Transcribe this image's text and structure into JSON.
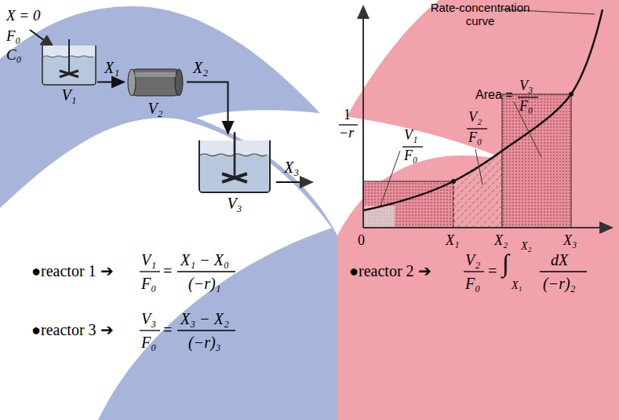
{
  "diagram": {
    "nodes": [
      {
        "text": [
          "V₁"
        ]
      },
      {
        "text": [
          "V₂"
        ]
      },
      {
        "text": [
          "V₃"
        ]
      }
    ],
    "edges": [
      {
        "from": 0,
        "to": 1,
        "label": "X₁",
        "arrow": "to"
      },
      {
        "from": 1,
        "to": 2,
        "label": "X₂",
        "arrow": "to"
      }
    ],
    "labels": [
      "X = 0",
      "F₀",
      "C₀",
      "X₃",
      "Rate-concentration curve",
      "Area =",
      "V₃",
      "F₀",
      "V₂",
      "F₀",
      "V₁",
      "F₀",
      "1",
      "−r",
      "0",
      "X₁",
      "X₂",
      "X₃",
      "●reactor 1 ➔",
      "V₁",
      "F₀",
      "=",
      "X₁ − X₀",
      "(−r)₁",
      "●reactor 2 ➔",
      "V₂",
      "F₀",
      "=",
      "∫",
      "X₂",
      "X₁",
      "dX",
      "(−r)₂",
      "●reactor 3 ➔",
      "V₃",
      "F₀",
      "=",
      "X₃ − X₂",
      "(−r)₃"
    ]
  }
}
